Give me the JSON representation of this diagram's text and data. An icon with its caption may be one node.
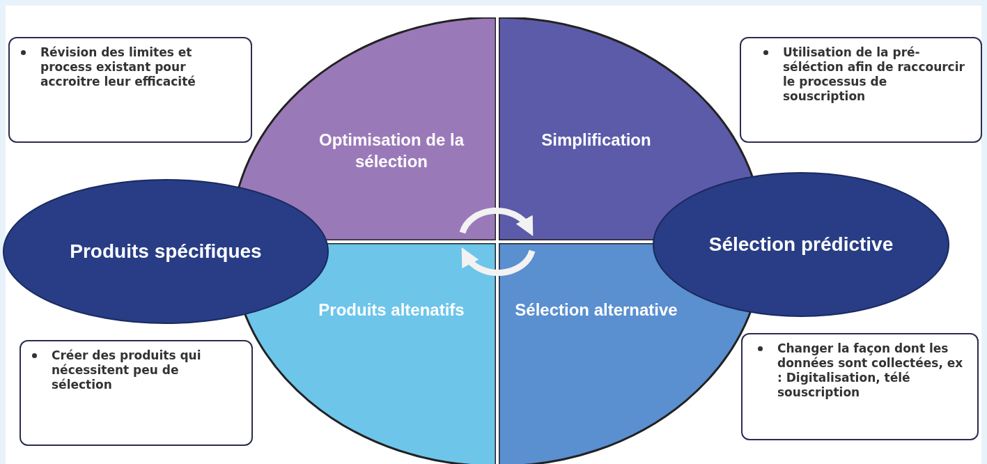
{
  "diagram": {
    "nodes": [
      {
        "text": [
          "Révision des limites et process existant pour accroitre leur efficacité"
        ]
      },
      {
        "text": [
          "Utilisation de la pré-séléction afin de raccourcir le processus de souscription"
        ]
      },
      {
        "text": [
          "Optimisation de la sélection"
        ]
      },
      {
        "text": [
          "Simplification"
        ]
      },
      {
        "text": [
          "Produits spécifiques"
        ]
      },
      {
        "text": [
          "Sélection prédictive"
        ]
      },
      {
        "text": [
          "Produits altenatifs"
        ]
      },
      {
        "text": [
          "Sélection alternative"
        ]
      },
      {
        "text": [
          "Créer des produits qui nécessitent peu de sélection"
        ]
      },
      {
        "text": [
          "Changer la façon dont les données sont collectées, ex : Digitalisation, télé souscription"
        ]
      }
    ],
    "edges": [
      {
        "from": 2,
        "to": 3,
        "arrow": "to"
      },
      {
        "from": 7,
        "to": 6,
        "arrow": "to"
      }
    ]
  }
}
